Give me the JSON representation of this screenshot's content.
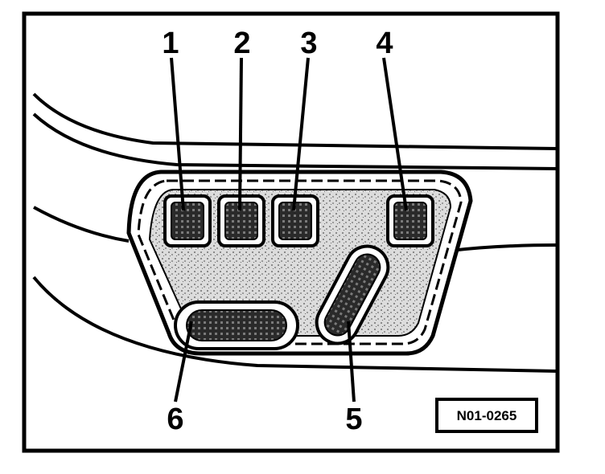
{
  "colors": {
    "ink": "#000000",
    "paper": "#ffffff",
    "panel": "#d9d9d9",
    "button": "#333333"
  },
  "callouts": {
    "c1": "1",
    "c2": "2",
    "c3": "3",
    "c4": "4",
    "c5": "5",
    "c6": "6"
  },
  "reference_code": "N01-0265"
}
